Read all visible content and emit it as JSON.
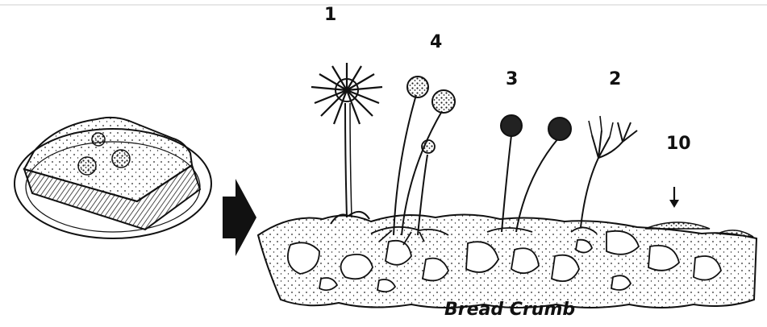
{
  "labels": {
    "mold_1": "1",
    "mold_2": "2",
    "mold_3": "3",
    "mold_4": "4",
    "mold_10": "10"
  },
  "caption": "Bread Crumb",
  "icons": {
    "arrow": "right-arrow-icon",
    "pointer": "down-arrow-icon"
  }
}
